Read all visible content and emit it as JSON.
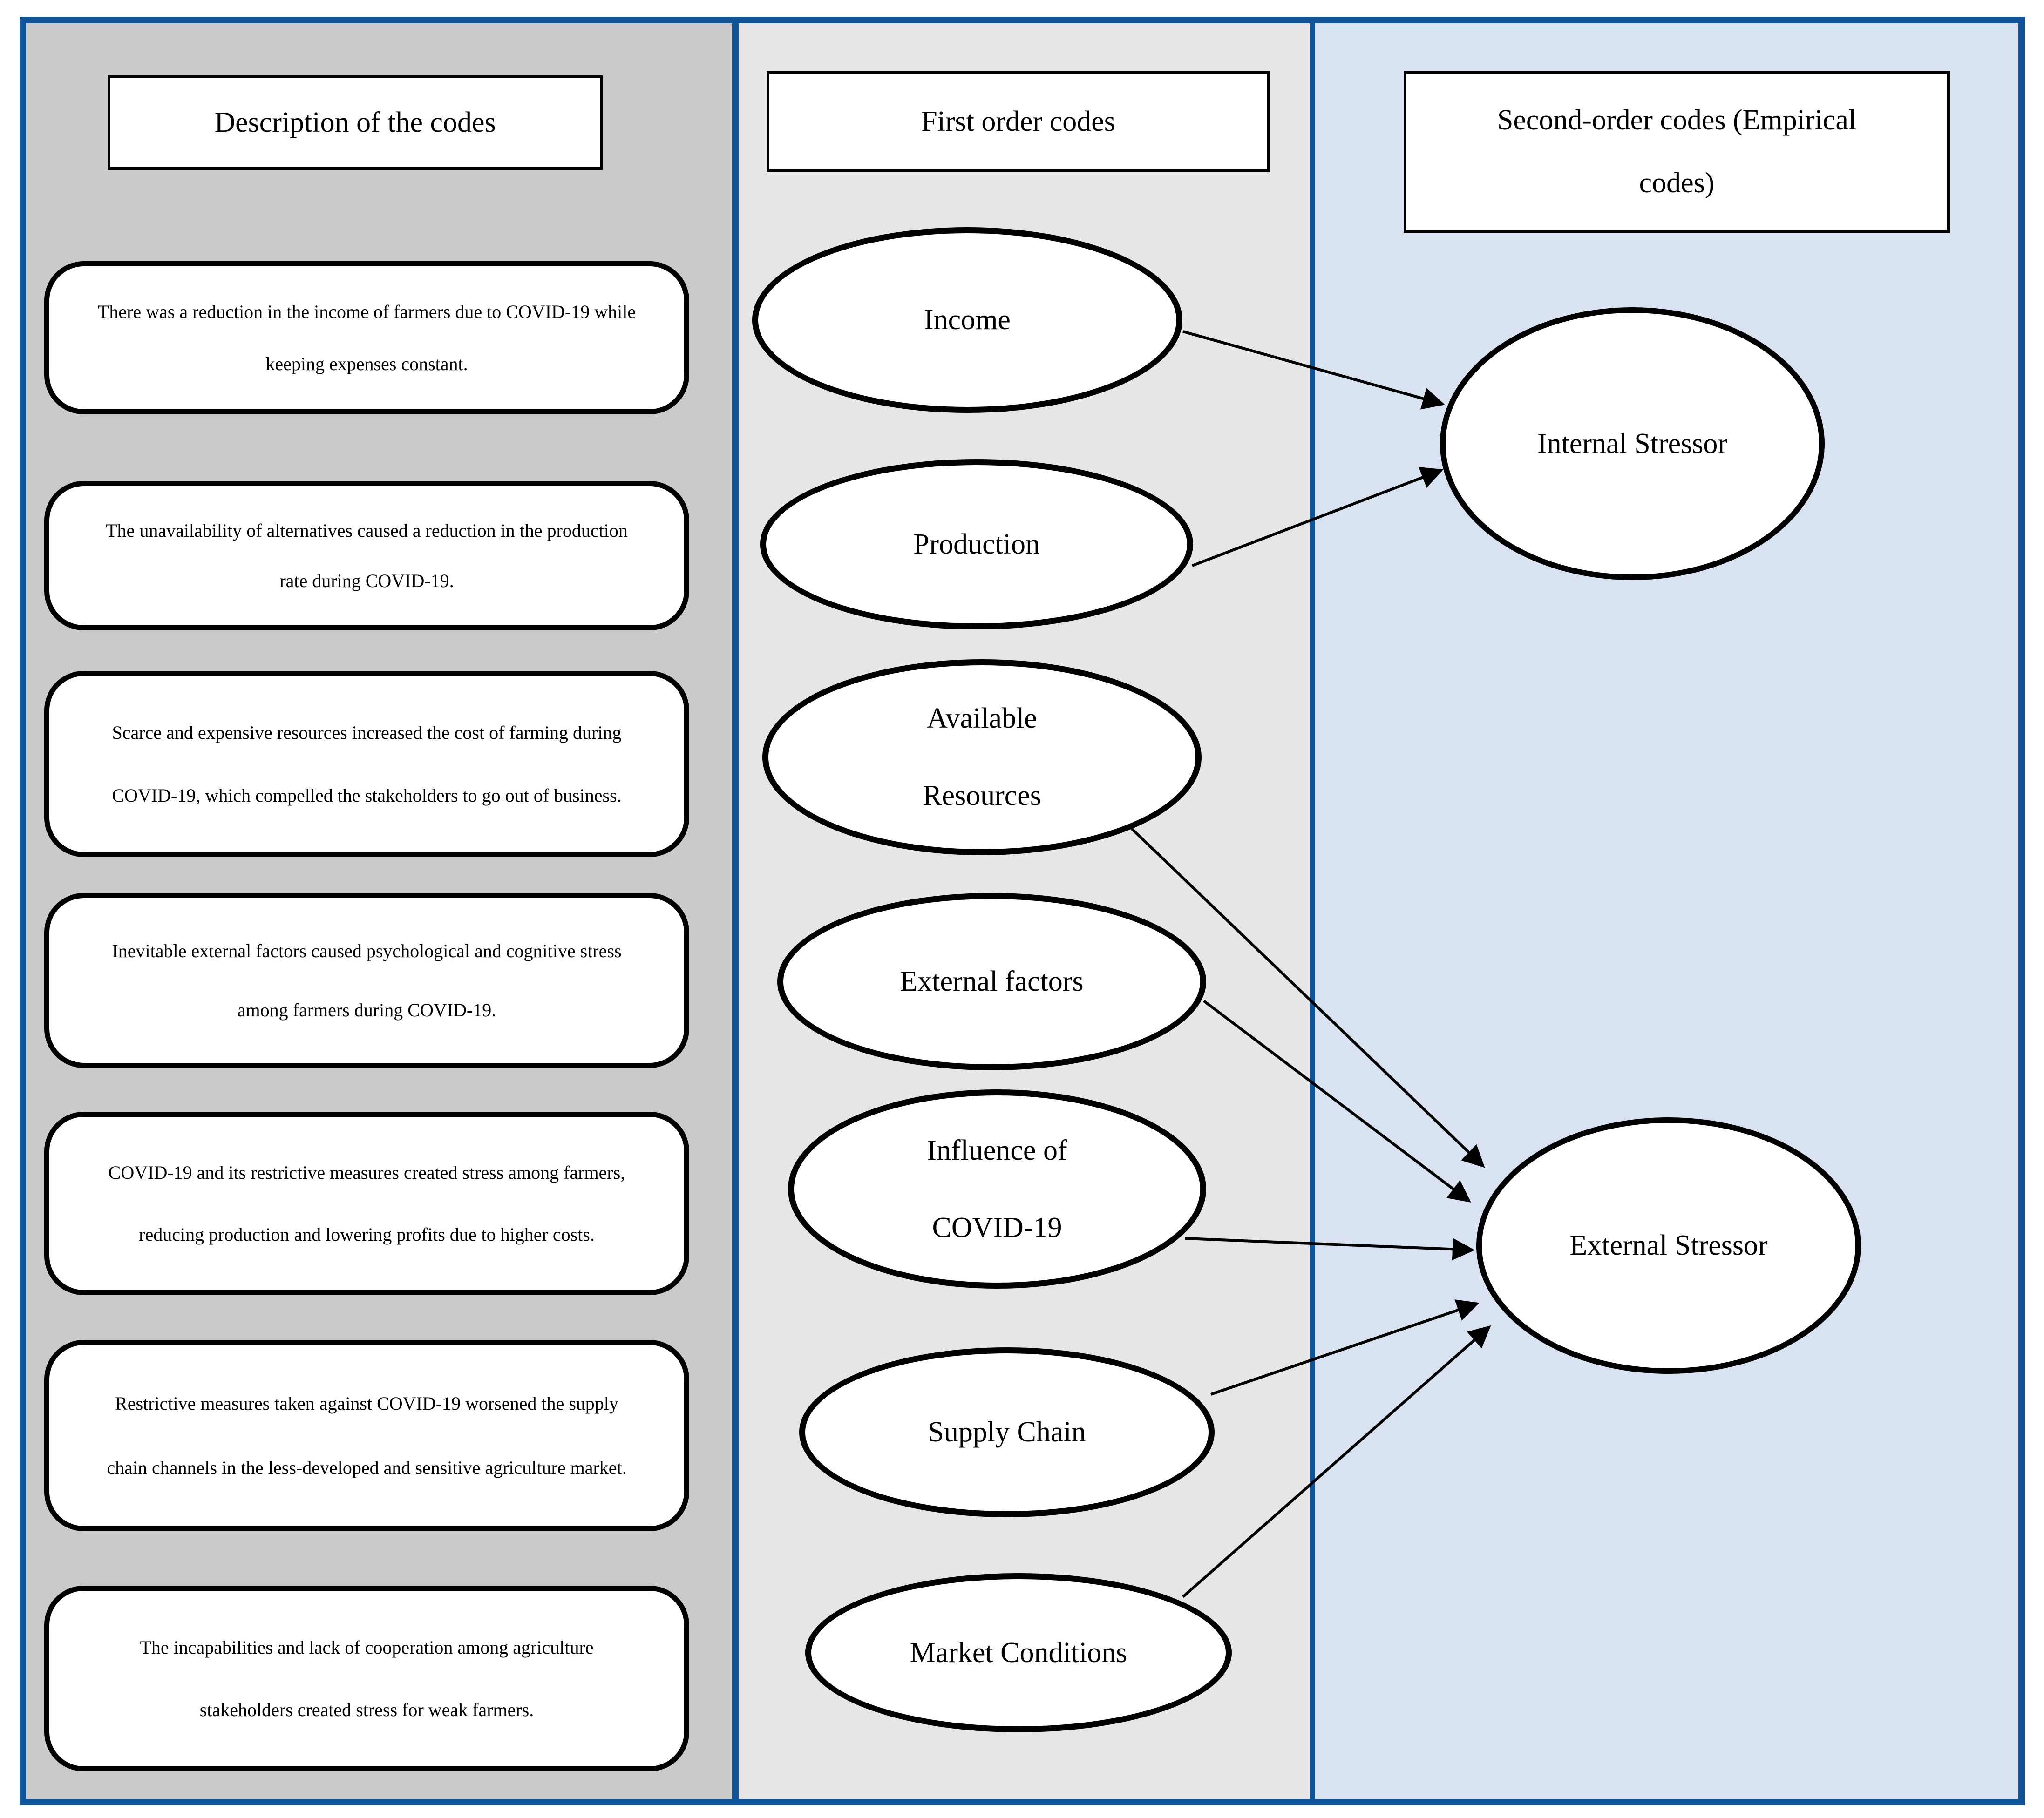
{
  "colors": {
    "frame_blue": "#0f5499",
    "left_column_bg": "#cacaca",
    "middle_column_bg": "#e6e6e6",
    "right_column_bg": "#d8e2f1",
    "node_fill": "#ffffff",
    "line_color": "#000000"
  },
  "headers": {
    "left": "Description of the codes",
    "middle": "First order codes",
    "right_line1": "Second-order codes (Empirical",
    "right_line2": "codes)"
  },
  "descriptions": [
    {
      "line1": "There was a reduction in the income of farmers due to COVID-19 while",
      "line2": "keeping expenses constant."
    },
    {
      "line1": "The unavailability of alternatives caused a reduction in the production",
      "line2": "rate during COVID-19."
    },
    {
      "line1": "Scarce and expensive resources increased the cost of farming during",
      "line2": "COVID-19, which compelled the stakeholders to go out of business."
    },
    {
      "line1": "Inevitable external factors caused psychological and cognitive stress",
      "line2": "among farmers during COVID-19."
    },
    {
      "line1": "COVID-19 and its restrictive measures created stress among farmers,",
      "line2": "reducing production and lowering profits due to higher costs."
    },
    {
      "line1": "Restrictive measures taken against COVID-19 worsened the supply",
      "line2": "chain channels in the less-developed and sensitive agriculture market."
    },
    {
      "line1": "The incapabilities and lack of cooperation among agriculture",
      "line2": "stakeholders created stress for weak farmers."
    }
  ],
  "first_order_codes": [
    {
      "line1": "Income",
      "line2": ""
    },
    {
      "line1": "Production",
      "line2": ""
    },
    {
      "line1": "Available",
      "line2": "Resources"
    },
    {
      "line1": "External factors",
      "line2": ""
    },
    {
      "line1": "Influence of",
      "line2": "COVID-19"
    },
    {
      "line1": "Supply Chain",
      "line2": ""
    },
    {
      "line1": "Market Conditions",
      "line2": ""
    }
  ],
  "second_order_codes": [
    {
      "label": "Internal Stressor"
    },
    {
      "label": "External Stressor"
    }
  ]
}
